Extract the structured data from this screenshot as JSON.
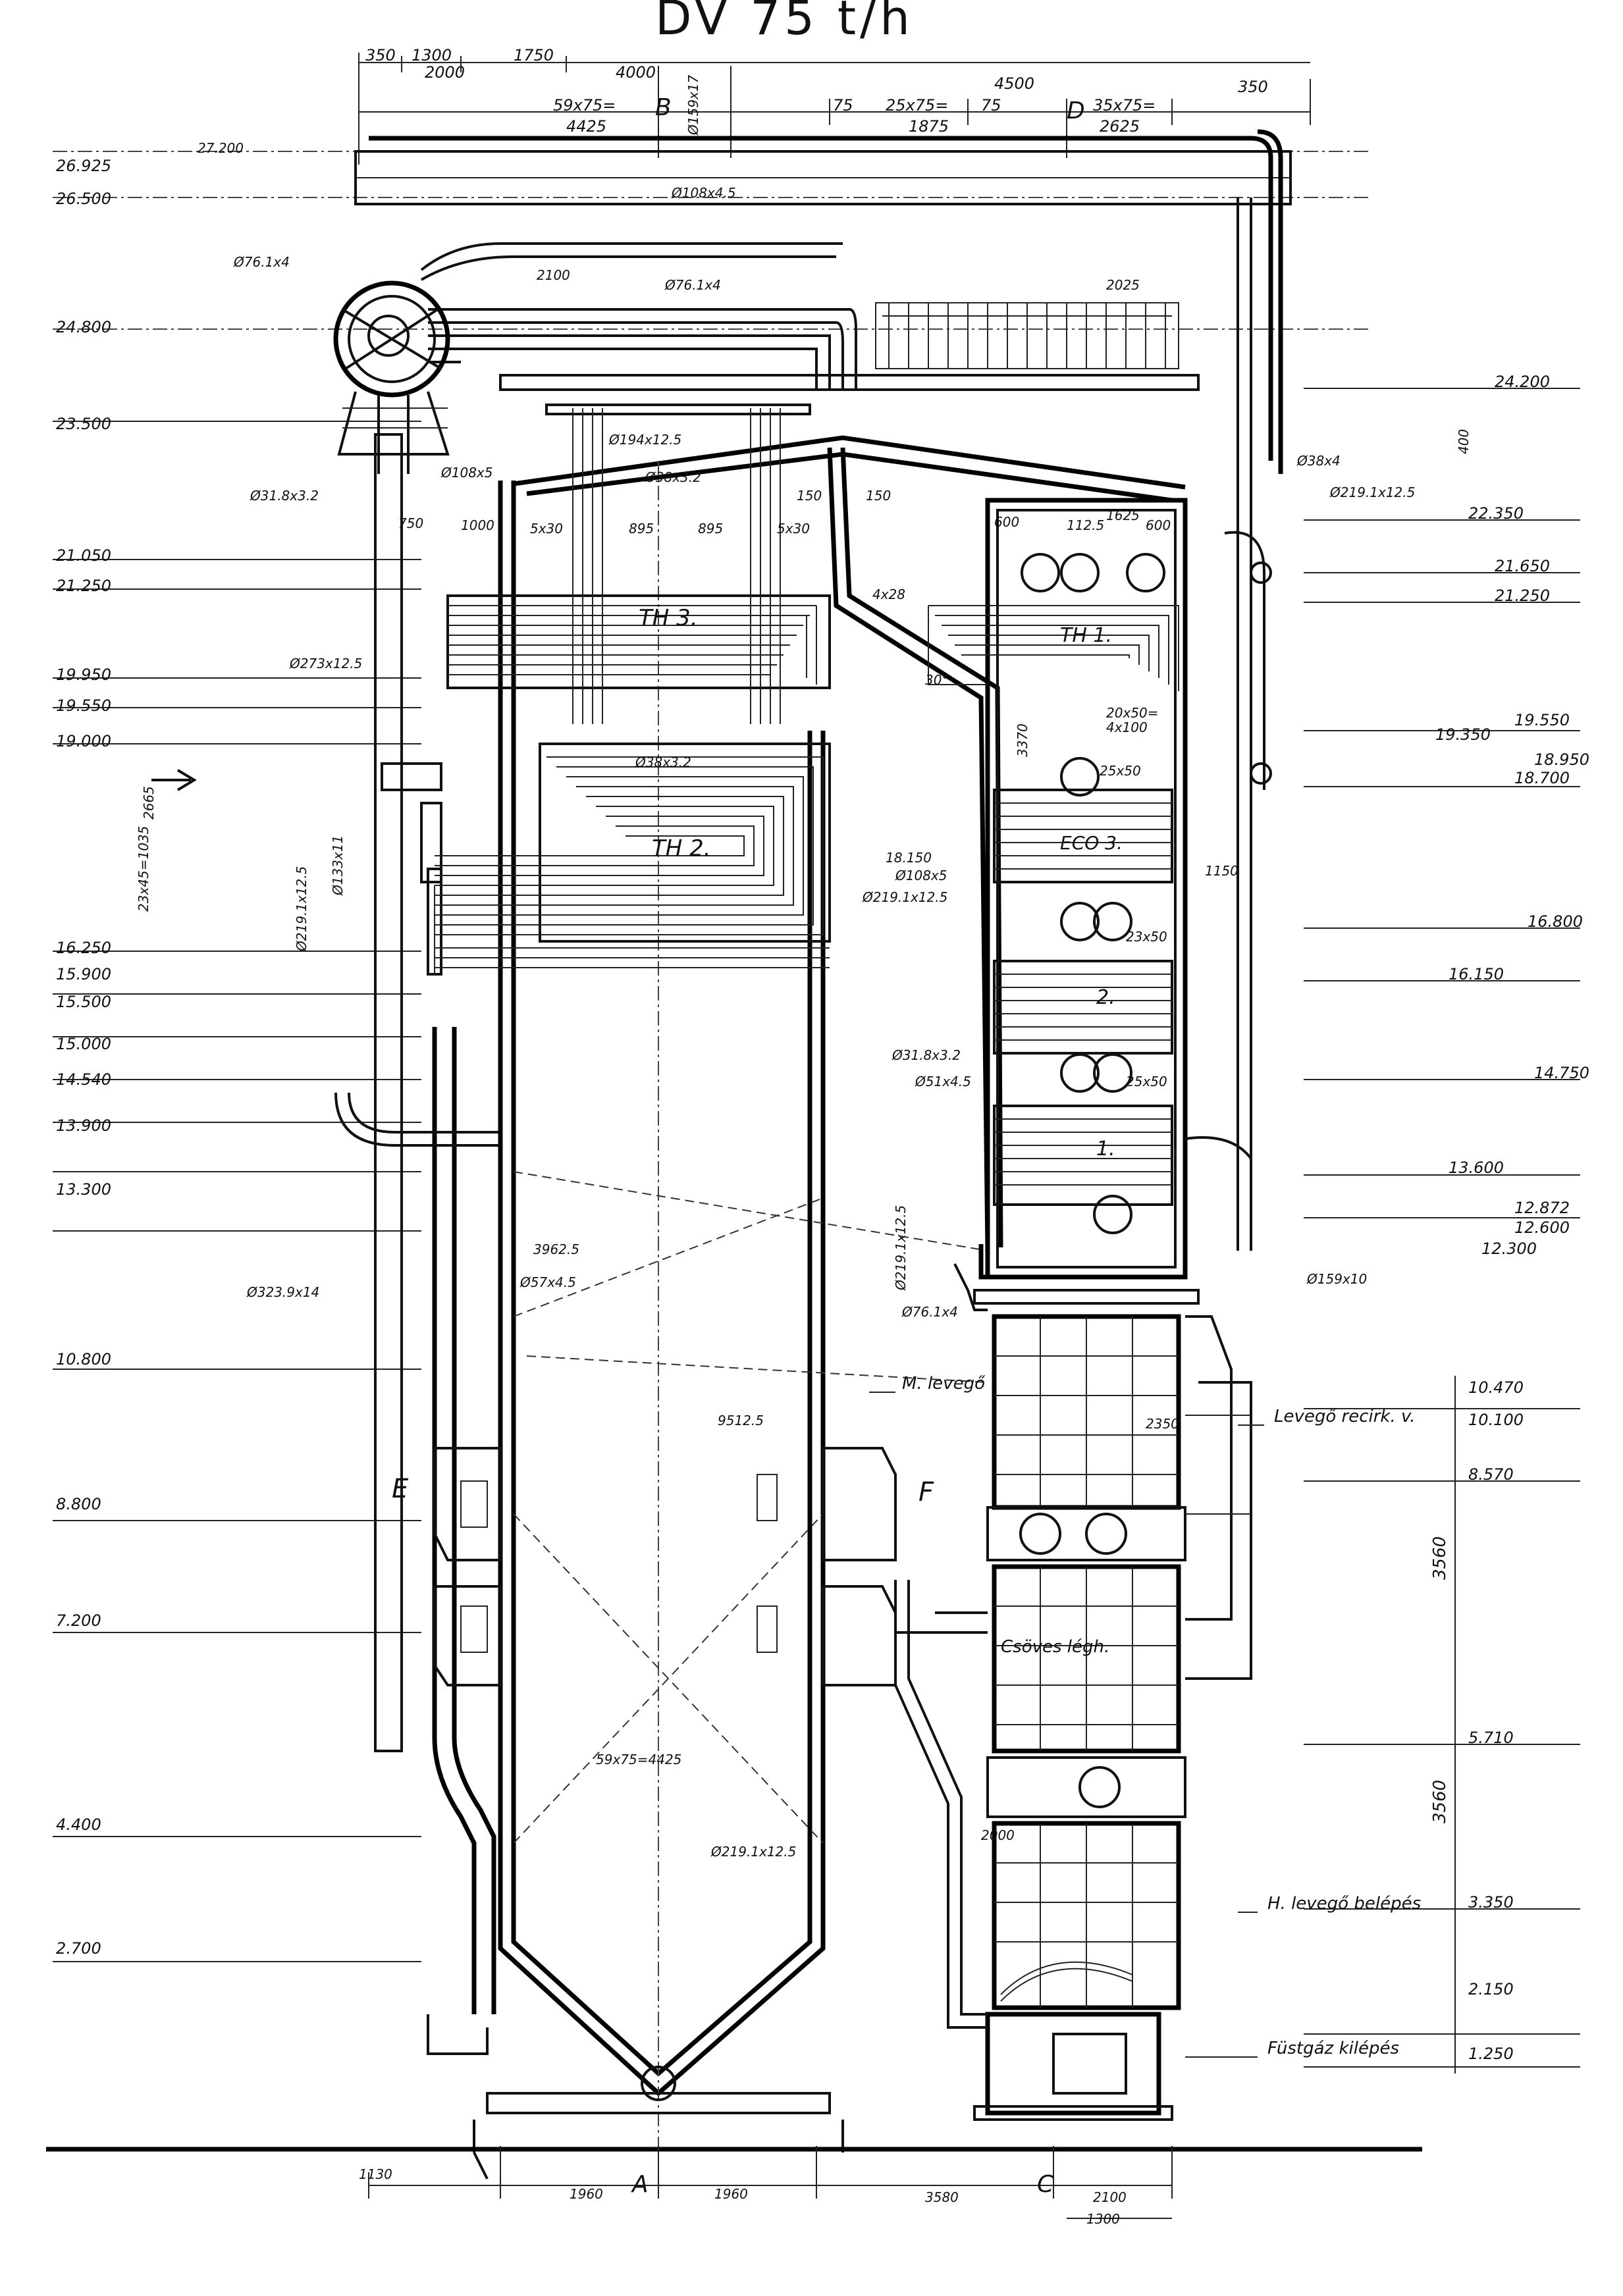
{
  "title": "DV 75 t/h",
  "levels_left": [
    "26.925",
    "27.200",
    "26.500",
    "24.800",
    "23.500",
    "21.050",
    "21.250",
    "19.950",
    "19.550",
    "19.000",
    "16.250",
    "15.900",
    "15.500",
    "15.000",
    "14.540",
    "13.900",
    "13.300",
    "10.800",
    "8.800",
    "7.200",
    "4.400",
    "2.700"
  ],
  "levels_right": [
    "24.200",
    "22.350",
    "21.650",
    "21.250",
    "19.550",
    "19.350",
    "18.950",
    "18.700",
    "16.800",
    "16.150",
    "14.750",
    "13.600",
    "12.872",
    "12.600",
    "12.300",
    "10.470",
    "10.100",
    "8.570",
    "5.710",
    "3.350",
    "2.150",
    "1.250"
  ],
  "top_dims": [
    "350",
    "1300",
    "1750",
    "2000",
    "4000",
    "59x75=",
    "4425",
    "B",
    "Ø159x17",
    "4500",
    "75",
    "25x75=",
    "75",
    "D",
    "35x75=",
    "350",
    "1875",
    "2625"
  ],
  "section_labels": [
    "TH 3.",
    "TH 2.",
    "TH 1.",
    "ECO 3.",
    "2.",
    "1.",
    "E",
    "F",
    "A",
    "C",
    "B",
    "D"
  ],
  "pipe_labels": [
    "Ø108x4.5",
    "Ø76.1x4",
    "2100",
    "2025",
    "Ø76.1x4",
    "Ø194x12.5",
    "Ø108x5",
    "Ø38x3.2",
    "Ø38x4",
    "Ø219.1x12.5",
    "Ø31.8x3.2",
    "Ø273x12.5",
    "Ø38x3.2",
    "18.150",
    "Ø108x5",
    "Ø219.1x12.5",
    "Ø133x11",
    "Ø219.1x12.5",
    "Ø31.8x3.2",
    "Ø51x4.5",
    "Ø159x10",
    "Ø323.9x14",
    "Ø57x4.5",
    "Ø76.1x4",
    "Ø219.1x12.5",
    "59x75=4425",
    "Ø219.1x12.5",
    "1625",
    "750",
    "1000",
    "5x30",
    "895",
    "895",
    "5x30",
    "150",
    "150",
    "600",
    "4x28",
    "112.5",
    "600",
    "30°",
    "20x50=",
    "4x100",
    "3370",
    "25x50",
    "1150",
    "23x50",
    "25x50",
    "3962.5",
    "9512.5",
    "2350",
    "2000",
    "1960",
    "1960",
    "1130",
    "3580",
    "2100",
    "1300",
    "2665",
    "23x45=1035",
    "400"
  ],
  "callouts": {
    "m_air": "M. levegő",
    "air_recirc": "Levegő recirk. v.",
    "tube_air_heater": "Csöves légh.",
    "h_air_inlet": "H. levegő belépés",
    "flue_gas_outlet": "Füstgáz kilépés",
    "dim_3560_a": "3560",
    "dim_3560_b": "3560"
  }
}
